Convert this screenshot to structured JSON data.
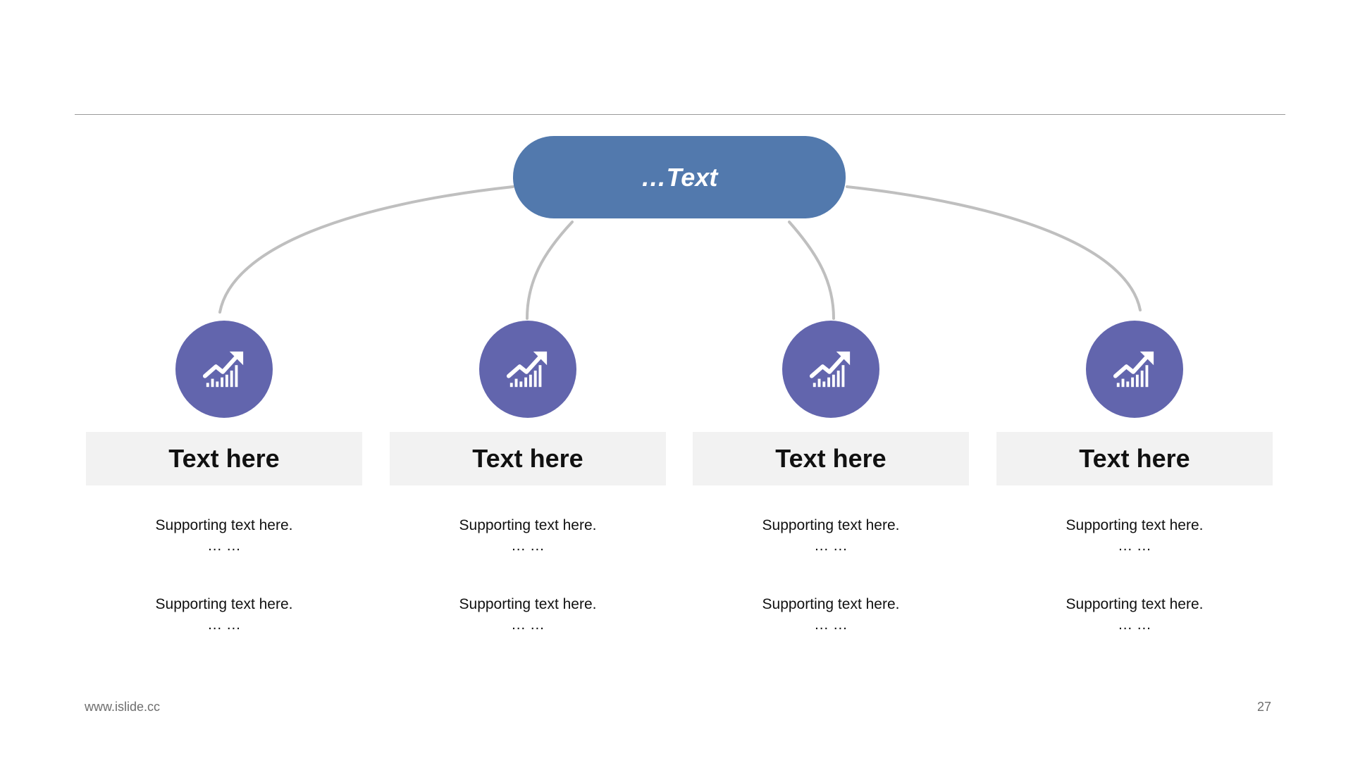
{
  "colors": {
    "root_fill": "#5279ad",
    "icon_fill": "#6265ad",
    "connector": "#bfbfbf"
  },
  "root": {
    "label": "…Text"
  },
  "columns": [
    {
      "icon": "growth-chart-icon",
      "title": "Text here",
      "supports": [
        {
          "text": "Supporting text here.",
          "dots": "… …"
        },
        {
          "text": "Supporting text here.",
          "dots": "… …"
        }
      ]
    },
    {
      "icon": "growth-chart-icon",
      "title": "Text here",
      "supports": [
        {
          "text": "Supporting text here.",
          "dots": "… …"
        },
        {
          "text": "Supporting text here.",
          "dots": "… …"
        }
      ]
    },
    {
      "icon": "growth-chart-icon",
      "title": "Text here",
      "supports": [
        {
          "text": "Supporting text here.",
          "dots": "… …"
        },
        {
          "text": "Supporting text here.",
          "dots": "… …"
        }
      ]
    },
    {
      "icon": "growth-chart-icon",
      "title": "Text here",
      "supports": [
        {
          "text": "Supporting text here.",
          "dots": "… …"
        },
        {
          "text": "Supporting text here.",
          "dots": "… …"
        }
      ]
    }
  ],
  "footer": {
    "url": "www.islide.cc",
    "page_number": "27"
  }
}
